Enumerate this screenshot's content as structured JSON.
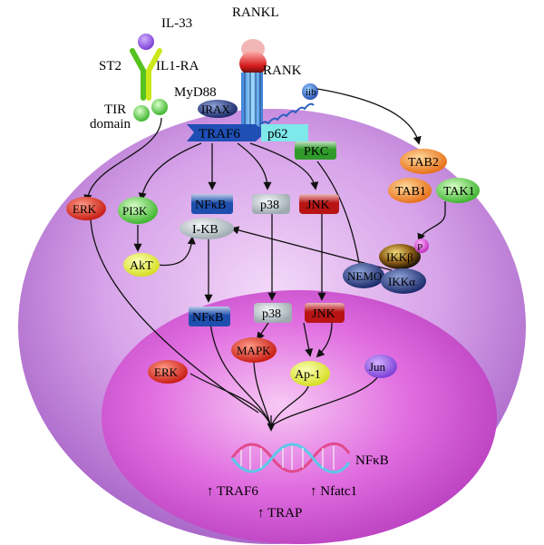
{
  "receptors": {
    "il33": "IL-33",
    "st2": "ST2",
    "il1ra": "IL1-RA",
    "myd88": "MyD88",
    "tir": "TIR",
    "domain": "domain",
    "rankl": "RANKL",
    "rank": "RANK",
    "iib": "iib",
    "irax": "IRAX",
    "traf6": "TRAF6",
    "p62": "p62"
  },
  "cytoplasm": {
    "pkc": "PKC",
    "tab2": "TAB2",
    "tab1": "TAB1",
    "tak1": "TAK1",
    "erk": "ERK",
    "pi3k": "PI3K",
    "nfkb": "NFκB",
    "p38": "p38",
    "jnk": "JNK",
    "ikb": "I-KB",
    "akt": "AkT",
    "nemo": "NEMO",
    "ikka_top": "IKKβ",
    "ikka": "IKKα",
    "p": "P"
  },
  "nucleus": {
    "nfkb": "NFκB",
    "p38": "p38",
    "jnk": "JNK",
    "mapk": "MAPK",
    "erk": "ERK",
    "ap1": "Ap-1",
    "jun": "Jun",
    "dna_label": "NFκB",
    "gene_traf6": "↑ TRAF6",
    "gene_trap": "↑  TRAP",
    "gene_nfatc1": "↑  Nfatc1"
  },
  "colors": {
    "cell": "#c98be0",
    "nucleus": "#d24fd2",
    "traf6": "#1f5fb8",
    "p62": "#7fe5e5",
    "pkc": "#3fae35",
    "orange": "#f08a1c",
    "yellow": "#e8ef3a",
    "nfkb": "#1e55b0",
    "p38": "#b8c4c8",
    "jnk": "#c01616",
    "green": "#5bd34a"
  }
}
